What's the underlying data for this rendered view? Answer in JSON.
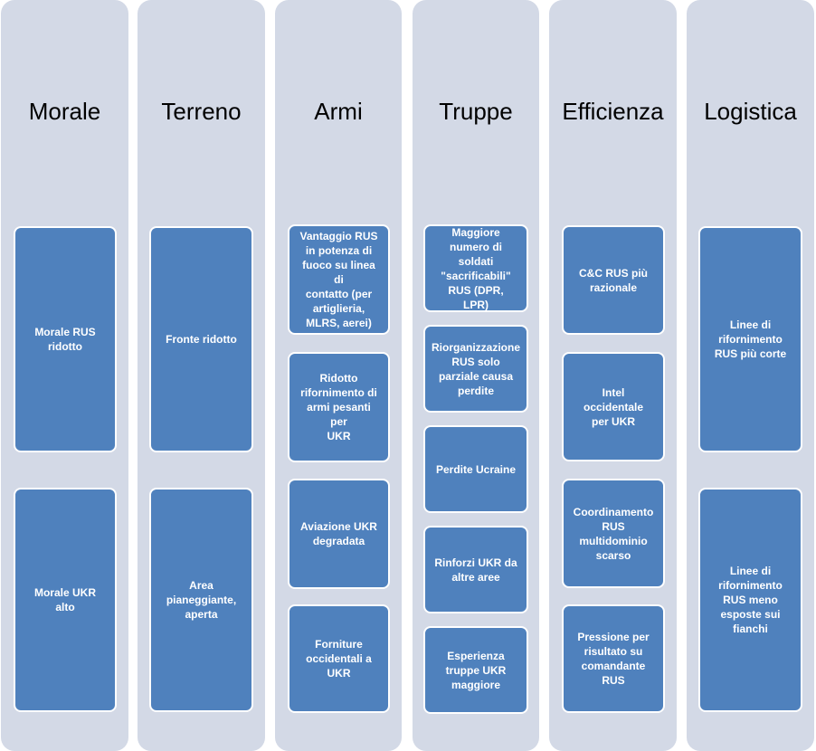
{
  "columns": [
    {
      "title": "Morale",
      "boxes": [
        "Morale RUS\nridotto",
        "Morale UKR alto"
      ]
    },
    {
      "title": "Terreno",
      "boxes": [
        "Fronte ridotto",
        "Area\npianeggiante,\naperta"
      ]
    },
    {
      "title": "Armi",
      "boxes": [
        "Vantaggio RUS\nin potenza di\nfuoco su linea di\ncontatto (per\nartiglieria,\nMLRS, aerei)",
        "Ridotto\nrifornimento di\narmi pesanti per\nUKR",
        "Aviazione UKR\ndegradata",
        "Forniture\noccidentali a\nUKR"
      ]
    },
    {
      "title": "Truppe",
      "boxes": [
        "Maggiore\nnumero di\nsoldati\n\"sacrificabili\"\nRUS (DPR, LPR)",
        "Riorganizzazione\nRUS solo\nparziale causa\nperdite",
        "Perdite Ucraine",
        "Rinforzi UKR da\naltre aree",
        "Esperienza\ntruppe UKR\nmaggiore"
      ]
    },
    {
      "title": "Efficienza",
      "boxes": [
        "C&C RUS più\nrazionale",
        "Intel occidentale\nper UKR",
        "Coordinamento\nRUS\nmultidominio\nscarso",
        "Pressione per\nrisultato su\ncomandante\nRUS"
      ]
    },
    {
      "title": "Logistica",
      "boxes": [
        "Linee di\nrifornimento\nRUS più corte",
        "Linee di\nrifornimento\nRUS meno\nesposte sui\nfianchi"
      ]
    }
  ]
}
